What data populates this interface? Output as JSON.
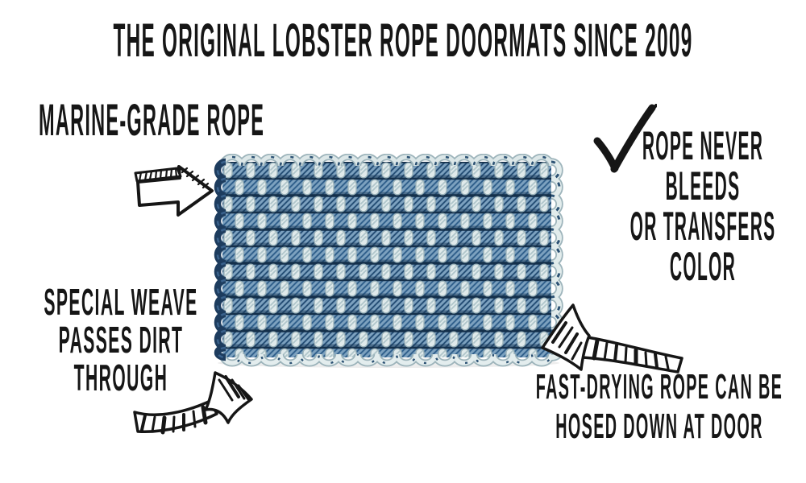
{
  "page": {
    "background_color": "#ffffff",
    "text_color": "#161616"
  },
  "headline": {
    "text": "THE ORIGINAL LOBSTER ROPE DOORMATS SINCE 2009"
  },
  "callouts": {
    "marine_grade": {
      "label": "MARINE-GRADE ROPE"
    },
    "colorfast": {
      "lines": [
        "ROPE NEVER",
        "BLEEDS",
        "OR TRANSFERS",
        "COLOR"
      ]
    },
    "special_weave": {
      "lines": [
        "SPECIAL WEAVE",
        "PASSES DIRT",
        "THROUGH"
      ]
    },
    "fast_drying": {
      "lines": [
        "FAST-DRYING ROPE CAN BE",
        "HOSED DOWN AT DOOR"
      ]
    }
  },
  "doormat": {
    "colors": {
      "rope_navy": "#1e4063",
      "rope_blue": "#7ca1bf",
      "rope_light": "#dfe9ea",
      "edge_navy": "#1d3c5e",
      "row_dark": "#254e76",
      "row_medium": "#30608c"
    }
  },
  "icons": {
    "checkmark": "checkmark-icon",
    "arrow_right": "arrow-right-icon",
    "arrow_up_right": "arrow-up-right-icon",
    "arrow_left": "arrow-left-icon"
  }
}
